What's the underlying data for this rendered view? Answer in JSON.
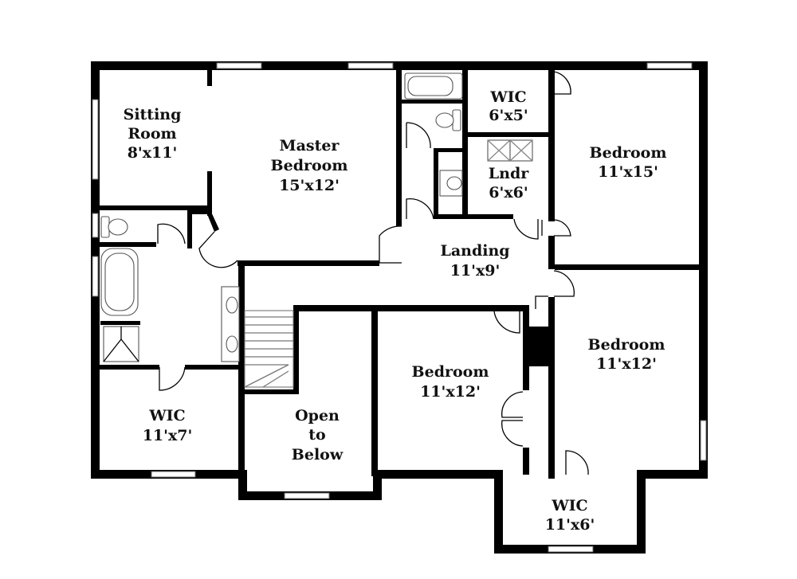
{
  "rooms": {
    "sitting_room": {
      "line1": "Sitting",
      "line2": "Room",
      "size": "8'x11'"
    },
    "master_bedroom": {
      "line1": "Master",
      "line2": "Bedroom",
      "size": "15'x12'"
    },
    "wic_top": {
      "line1": "WIC",
      "size": "6'x5'"
    },
    "laundry": {
      "line1": "Lndr",
      "size": "6'x6'"
    },
    "bedroom_ne": {
      "line1": "Bedroom",
      "size": "11'x15'"
    },
    "landing": {
      "line1": "Landing",
      "size": "11'x9'"
    },
    "bedroom_center": {
      "line1": "Bedroom",
      "size": "11'x12'"
    },
    "bedroom_se": {
      "line1": "Bedroom",
      "size": "11'x12'"
    },
    "wic_sw": {
      "line1": "WIC",
      "size": "11'x7'"
    },
    "open_to_below": {
      "line1": "Open",
      "line2": "to",
      "line3": "Below"
    },
    "wic_bottom": {
      "line1": "WIC",
      "size": "11'x6'"
    }
  },
  "colors": {
    "wall": "#000000",
    "background": "#ffffff",
    "text": "#111111"
  }
}
